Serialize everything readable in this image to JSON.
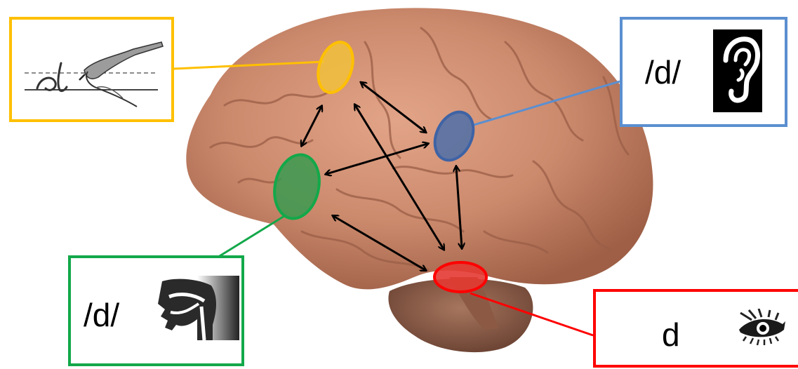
{
  "diagram": {
    "colors": {
      "writing": "#FFC000",
      "hearing": "#5B8FD0",
      "speaking": "#13A84A",
      "seeing": "#FF0000",
      "arrow": "#000000"
    },
    "boxes": {
      "writing": {
        "label": "",
        "icon": "handwriting-icon"
      },
      "hearing": {
        "label": "/d/",
        "icon": "ear-icon"
      },
      "speaking": {
        "label": "/d/",
        "icon": "vocal-tract-icon"
      },
      "seeing": {
        "label": "d",
        "icon": "eye-icon"
      }
    },
    "regions": [
      "writing-region",
      "hearing-region",
      "speaking-region",
      "seeing-region"
    ]
  }
}
